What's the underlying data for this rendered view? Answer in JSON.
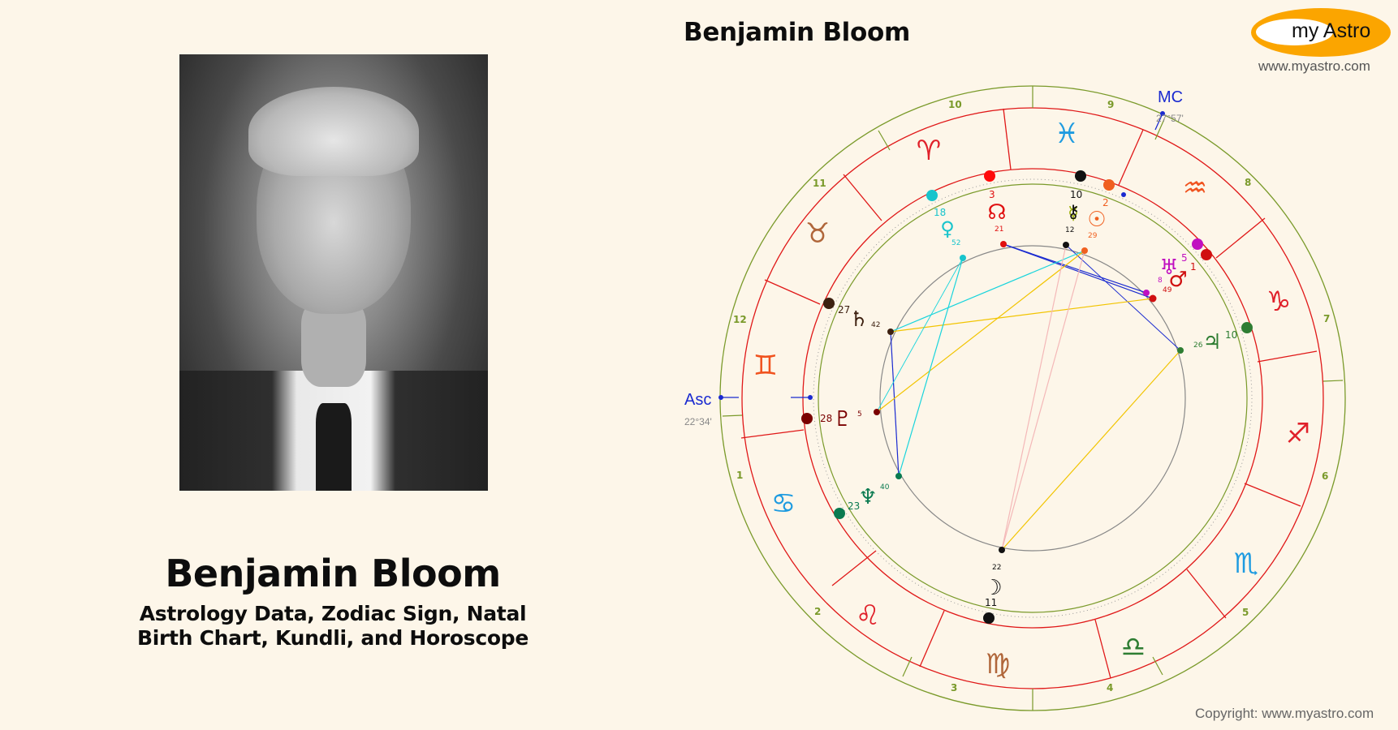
{
  "page": {
    "person_name": "Benjamin Bloom",
    "subtitle_line1": "Astrology Data, Zodiac Sign, Natal",
    "subtitle_line2": "Birth Chart, Kundli, and Horoscope"
  },
  "photo": {
    "alt": "Black and white portrait of Benjamin Bloom"
  },
  "chart": {
    "title": "Benjamin Bloom",
    "asc_label": "Asc",
    "asc_degree": "22°34'",
    "mc_label": "MC",
    "mc_degree": "27°57'",
    "signs": [
      {
        "name": "Pisces",
        "glyph": "♓",
        "color": "#1e9be0"
      },
      {
        "name": "Aquarius",
        "glyph": "♒",
        "color": "#f0521e"
      },
      {
        "name": "Capricorn",
        "glyph": "♑",
        "color": "#e0202a"
      },
      {
        "name": "Sagittarius",
        "glyph": "♐",
        "color": "#e0202a"
      },
      {
        "name": "Scorpio",
        "glyph": "♏",
        "color": "#1e9be0"
      },
      {
        "name": "Libra",
        "glyph": "♎",
        "color": "#2e7d32"
      },
      {
        "name": "Virgo",
        "glyph": "♍",
        "color": "#b0663a"
      },
      {
        "name": "Leo",
        "glyph": "♌",
        "color": "#e0202a"
      },
      {
        "name": "Cancer",
        "glyph": "♋",
        "color": "#1e9be0"
      },
      {
        "name": "Gemini",
        "glyph": "♊",
        "color": "#f0521e"
      },
      {
        "name": "Taurus",
        "glyph": "♉",
        "color": "#b0663a"
      },
      {
        "name": "Aries",
        "glyph": "♈",
        "color": "#e0202a"
      }
    ],
    "houses": [
      "1",
      "2",
      "3",
      "4",
      "5",
      "6",
      "7",
      "8",
      "9",
      "10",
      "11",
      "12"
    ],
    "planets": [
      {
        "name": "Sun",
        "glyph": "☉",
        "deg": "2",
        "min": "29",
        "color": "#f06020"
      },
      {
        "name": "Moon",
        "glyph": "☽",
        "deg": "11",
        "min": "22",
        "color": "#111111"
      },
      {
        "name": "Mercury",
        "glyph": "☿",
        "deg": "10",
        "min": "12",
        "color": "#9aad00"
      },
      {
        "name": "Venus",
        "glyph": "♀",
        "deg": "18",
        "min": "52",
        "color": "#18c4cc"
      },
      {
        "name": "Mars",
        "glyph": "♂",
        "deg": "1",
        "min": "49",
        "color": "#d01010"
      },
      {
        "name": "Jupiter",
        "glyph": "♃",
        "deg": "10",
        "min": "26",
        "color": "#2e7d32"
      },
      {
        "name": "Saturn",
        "glyph": "♄",
        "deg": "27",
        "min": "42",
        "color": "#3d2010"
      },
      {
        "name": "Uranus",
        "glyph": "♅",
        "deg": "5",
        "min": "8",
        "color": "#c010c0"
      },
      {
        "name": "Neptune",
        "glyph": "♆",
        "deg": "23",
        "min": "40",
        "color": "#0a7a50"
      },
      {
        "name": "Pluto",
        "glyph": "♇",
        "deg": "28",
        "min": "5",
        "color": "#7a0000"
      },
      {
        "name": "North Node",
        "glyph": "☊",
        "deg": "3",
        "min": "21",
        "color": "#e01010"
      },
      {
        "name": "Chiron",
        "glyph": "⚷",
        "deg": "10",
        "min": "12",
        "color": "#111111"
      }
    ]
  },
  "logo": {
    "text": "my Astro",
    "url": "www.myastro.com"
  },
  "footer": {
    "copyright": "Copyright: www.myastro.com"
  }
}
